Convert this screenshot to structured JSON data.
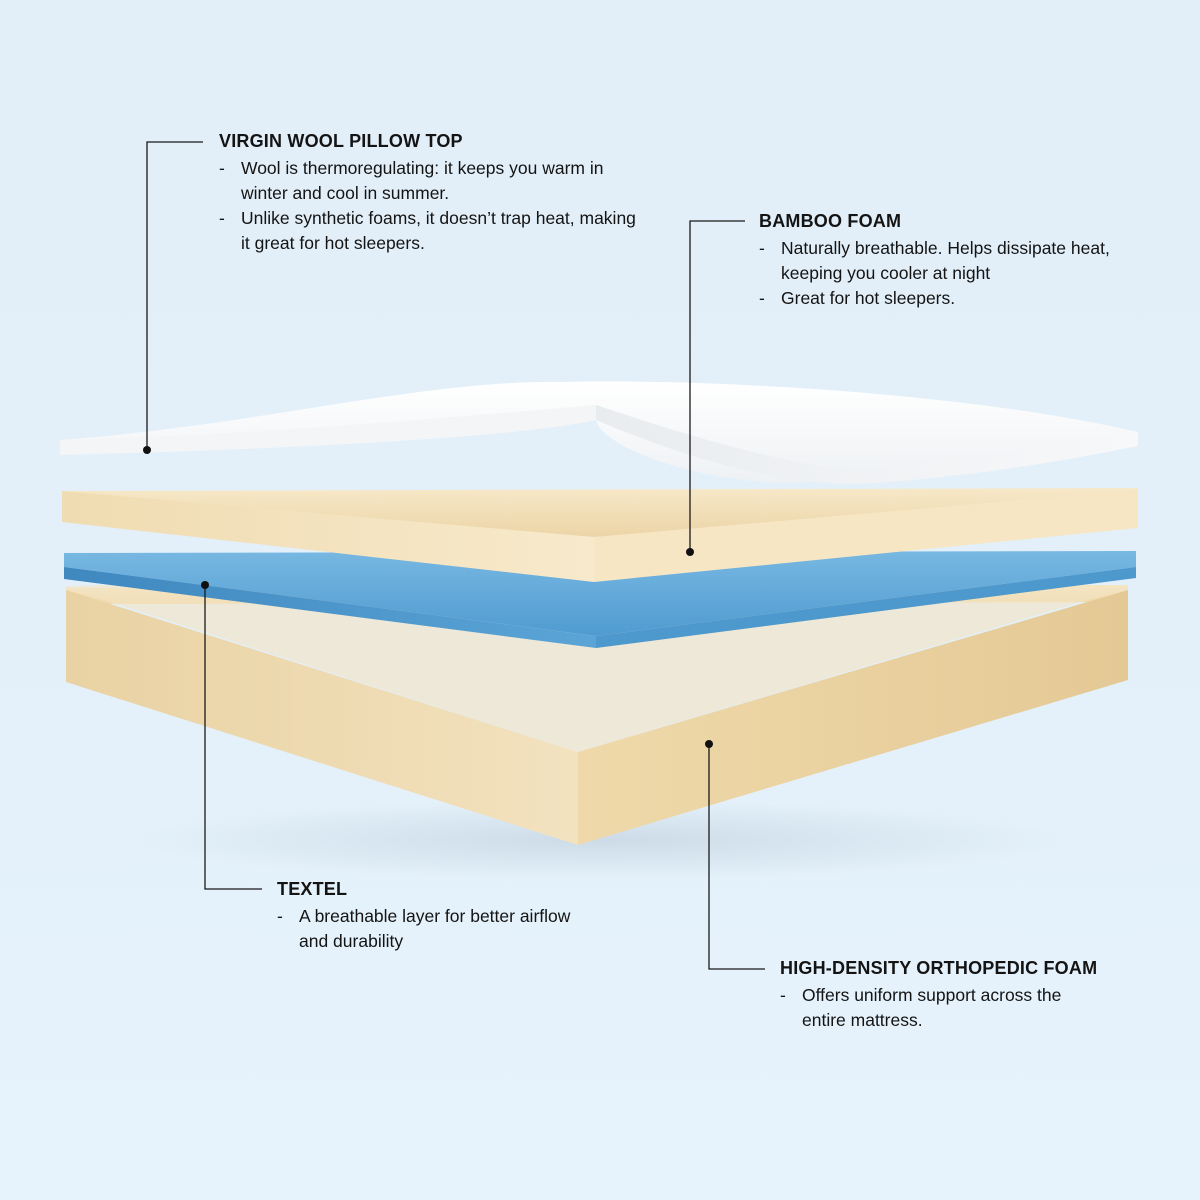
{
  "layers": [
    {
      "id": "wool",
      "title": "VIRGIN WOOL PILLOW TOP",
      "points": [
        "Wool is thermoregulating: it keeps you warm in winter and cool in summer.",
        "Unlike synthetic foams, it doesn’t trap heat, making it great for hot sleepers."
      ]
    },
    {
      "id": "bamboo",
      "title": "BAMBOO FOAM",
      "points": [
        "Naturally breathable. Helps dissipate heat, keeping you cooler at night",
        "Great for hot sleepers."
      ]
    },
    {
      "id": "textel",
      "title": "TEXTEL",
      "points": [
        "A breathable layer for better airflow and durability"
      ]
    },
    {
      "id": "orthopedic",
      "title": "HIGH-DENSITY ORTHOPEDIC FOAM",
      "points": [
        "Offers uniform support across the entire mattress."
      ]
    }
  ],
  "colors": {
    "wool": "#f4f6f8",
    "bamboo": "#f3e2bf",
    "textel": "#5fa8d8",
    "orthopedic": "#f0ddb4",
    "leader": "#1a1a1a"
  }
}
